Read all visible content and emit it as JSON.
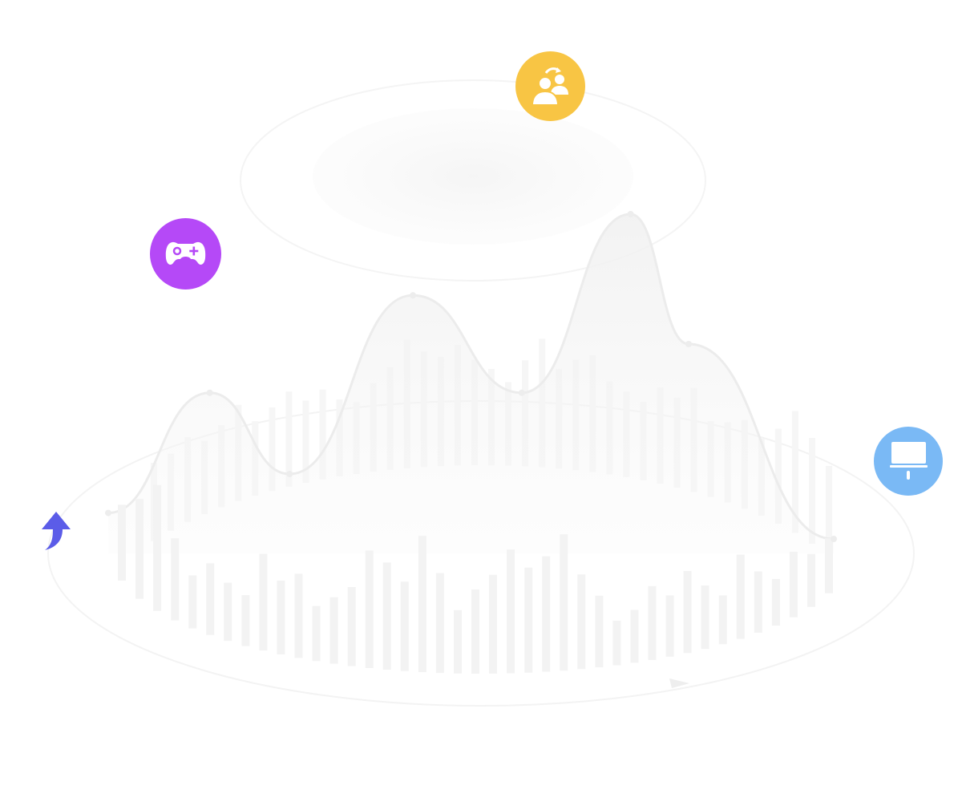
{
  "illustration": {
    "theme_colors": {
      "game_badge": "#b549f7",
      "users_badge": "#f8c544",
      "laptop_badge": "#7ab9f5",
      "arrow": "#5b5ce8",
      "ghost_shapes": "#f2f2f2"
    },
    "icons": {
      "game_badge": "game-controller-icon",
      "users_badge": "user-sync-icon",
      "laptop_badge": "laptop-icon",
      "arrow": "curved-up-arrow-icon"
    },
    "bar_heights": [
      0.42,
      0.65,
      0.9,
      0.48,
      0.2,
      0.38,
      0.25,
      0.18,
      0.62,
      0.4,
      0.5,
      0.22,
      0.33,
      0.45,
      0.82,
      0.72,
      0.55,
      1.0,
      0.65,
      0.3,
      0.5,
      0.64,
      0.88,
      0.7,
      0.8,
      1.0,
      0.6,
      0.38,
      0.12,
      0.2,
      0.4,
      0.28,
      0.48,
      0.3,
      0.16,
      0.5,
      0.28,
      0.14,
      0.32,
      0.2,
      0.22
    ],
    "curve_points": [
      [
        0.0,
        0.08
      ],
      [
        0.14,
        0.45
      ],
      [
        0.25,
        0.2
      ],
      [
        0.42,
        0.75
      ],
      [
        0.57,
        0.45
      ],
      [
        0.72,
        1.0
      ],
      [
        0.8,
        0.6
      ],
      [
        1.0,
        0.0
      ]
    ]
  }
}
